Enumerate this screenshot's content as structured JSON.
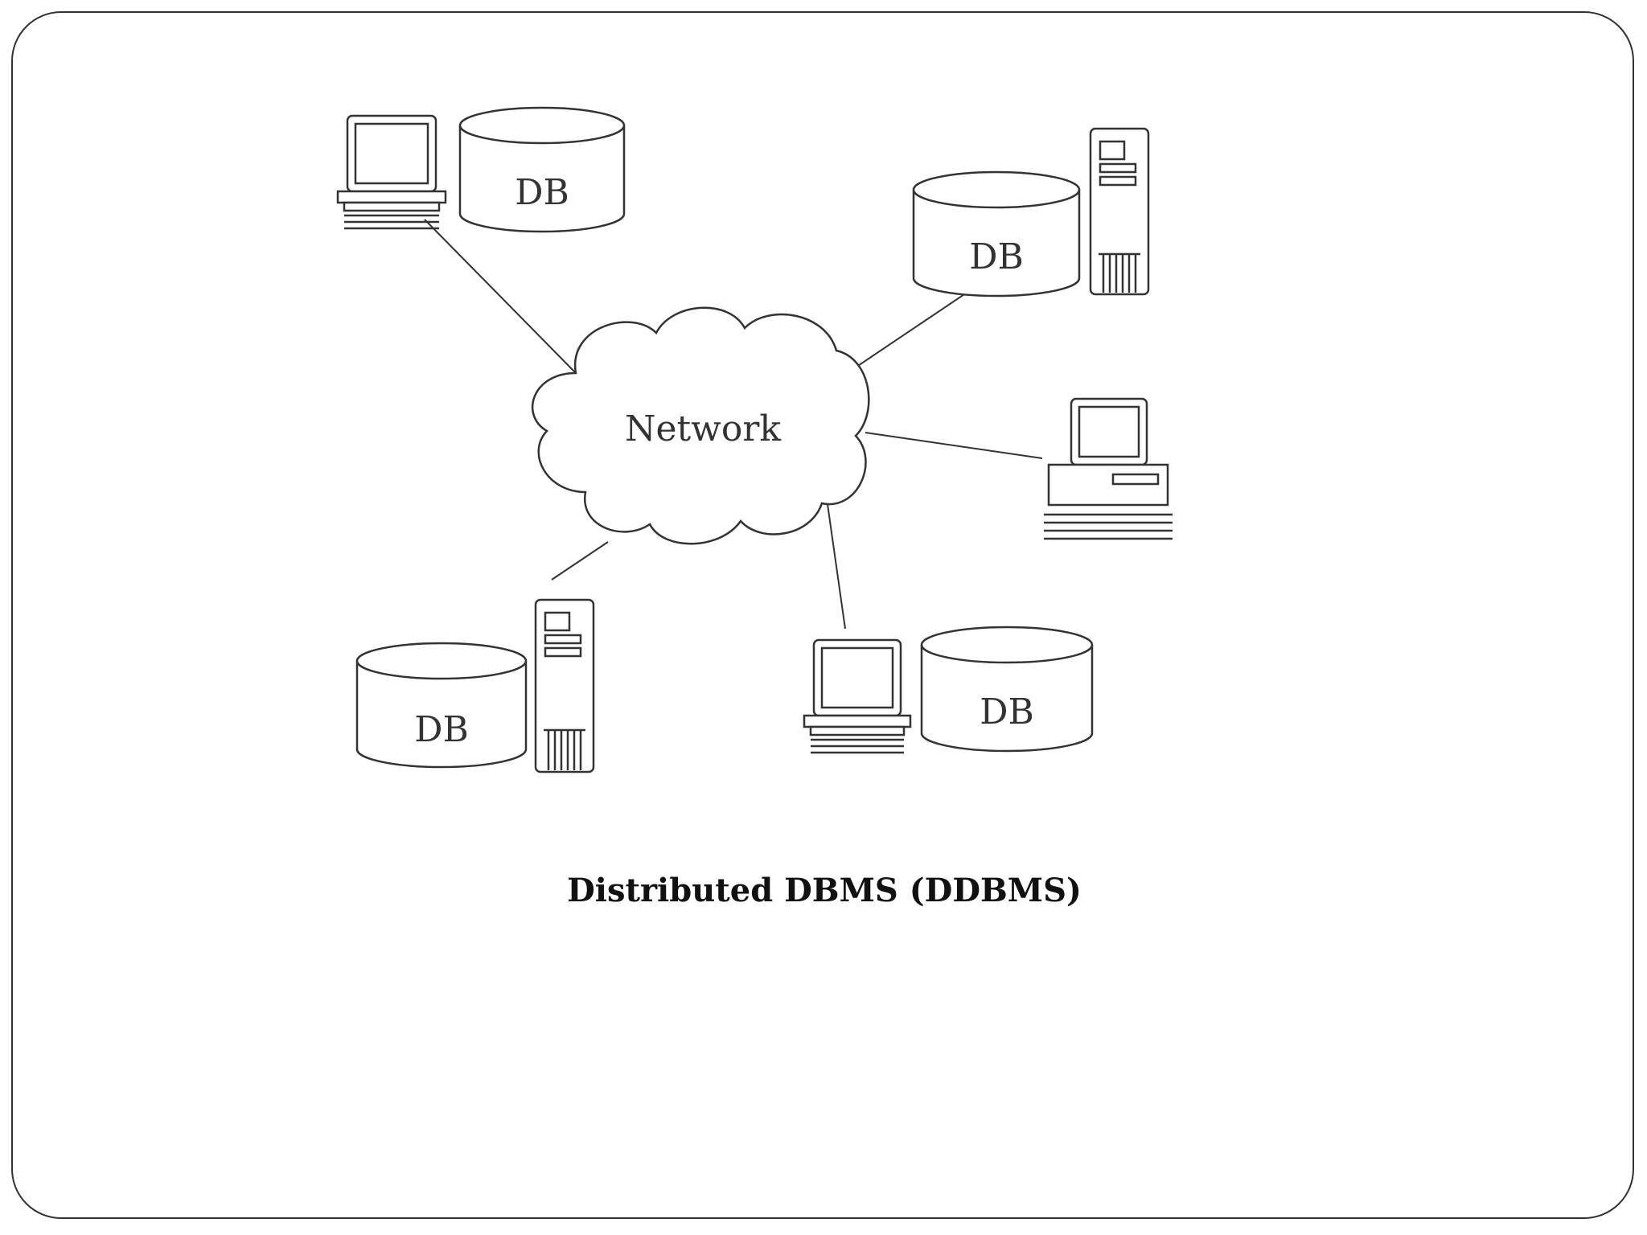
{
  "diagram": {
    "network_label": "Network",
    "db_label": "DB",
    "caption": "Distributed DBMS (DDBMS)",
    "colors": {
      "line": "#333333",
      "fill": "#ffffff",
      "caption": "#111111"
    },
    "nodes": [
      {
        "id": "site-top-left",
        "icons": [
          "desktop-computer-icon",
          "database-cylinder-icon"
        ]
      },
      {
        "id": "site-top-right",
        "icons": [
          "database-cylinder-icon",
          "tower-server-icon"
        ]
      },
      {
        "id": "site-right",
        "icons": [
          "workstation-computer-icon"
        ]
      },
      {
        "id": "site-bottom-left",
        "icons": [
          "database-cylinder-icon",
          "tower-server-icon"
        ]
      },
      {
        "id": "site-bottom-right",
        "icons": [
          "desktop-computer-icon",
          "database-cylinder-icon"
        ]
      }
    ]
  }
}
